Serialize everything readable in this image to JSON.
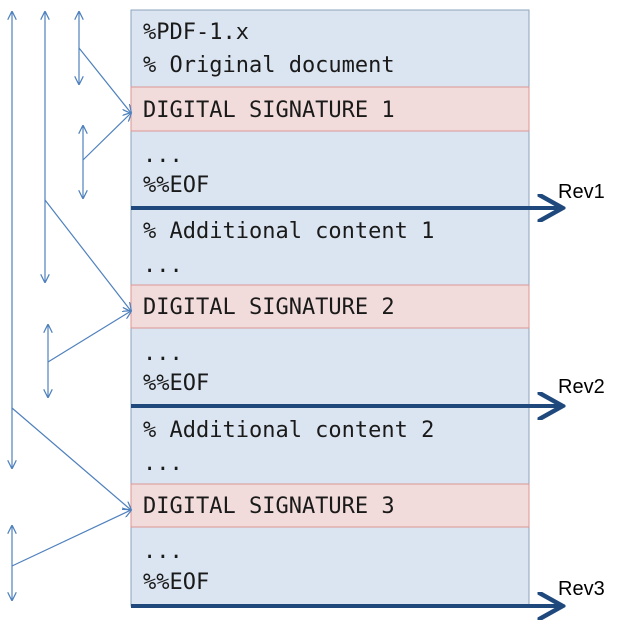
{
  "colors": {
    "document_fill": "#dbe5f1",
    "document_border": "#8ea3bc",
    "signature_fill": "#f2dcdb",
    "signature_border": "#d99694",
    "revision_arrow": "#1f497d",
    "byte_range_line": "#4f81bd"
  },
  "document": {
    "lines": {
      "header": "%PDF-1.x",
      "original": "% Original document",
      "sig1": "DIGITAL SIGNATURE 1",
      "dots1": "...",
      "eof1": "%%EOF",
      "add1": "% Additional content 1",
      "dots2": "...",
      "sig2": "DIGITAL SIGNATURE 2",
      "dots3": "...",
      "eof2": "%%EOF",
      "add2": "% Additional content 2",
      "dots4": "...",
      "sig3": "DIGITAL SIGNATURE 3",
      "dots5": "...",
      "eof3": "%%EOF"
    }
  },
  "revisions": {
    "rev1": "Rev1",
    "rev2": "Rev2",
    "rev3": "Rev3"
  }
}
